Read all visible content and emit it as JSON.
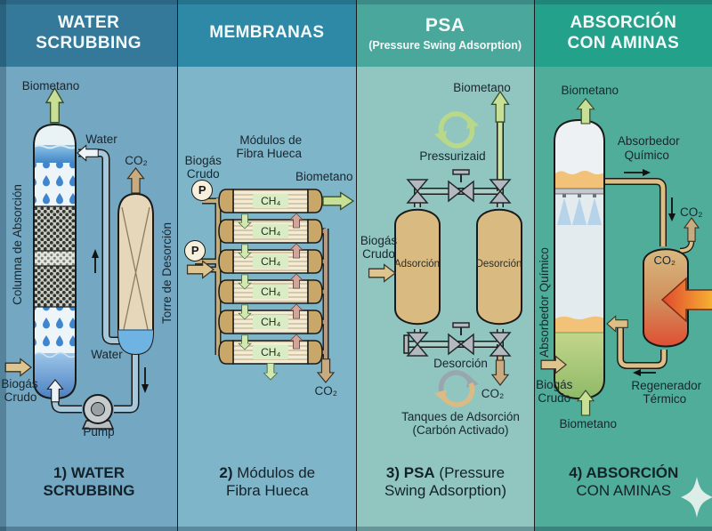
{
  "colors": {
    "panel1_header": "#35799a",
    "panel1_body": "#74a7c1",
    "panel2_header": "#2d89a6",
    "panel2_body": "#7fb5c8",
    "panel3_header": "#49a89b",
    "panel3_body": "#90c6bf",
    "panel4_header": "#24a18a",
    "panel4_body": "#4fad9a",
    "arrow_green": "#c7e096",
    "arrow_light_green": "#d2e8b0",
    "arrow_tan": "#dec48f",
    "arrow_co2_tan": "#c8ab80",
    "arrow_mauve": "#d2a49a",
    "arrow_white": "#ecf3f6",
    "vessel_tan": "#d9ba80",
    "valve_gray": "#b3b9be",
    "heat_orange": "#f6b233",
    "heat_red": "#e0482e",
    "text_dark": "#18262e"
  },
  "panels": [
    {
      "header": {
        "title": "WATER SCRUBBING"
      },
      "labels": {
        "biometano": "Biometano",
        "water_top": "Water",
        "co2": "CO₂",
        "columna_absorcion": "Columna de Absorción",
        "torre_desorcion": "Torre de Desorción",
        "water_bottom": "Water",
        "biogas_1": "Biogás",
        "biogas_2": "Crudo",
        "pump": "Pump"
      },
      "caption": {
        "bold": "1) WATER SCRUBBING",
        "regular": ""
      }
    },
    {
      "header": {
        "title": "MEMBRANAS"
      },
      "labels": {
        "modules_1": "Módulos de",
        "modules_2": "Fibra Hueca",
        "biogas_1": "Biogás",
        "biogas_2": "Crudo",
        "p": "P",
        "biometano": "Biometano",
        "ch4": "CH₄",
        "co2": "CO₂"
      },
      "caption": {
        "bold": "2)",
        "regular": "Módulos de Fibra Hueca"
      }
    },
    {
      "header": {
        "title": "PSA",
        "subtitle": "(Pressure Swing Adsorption)"
      },
      "labels": {
        "biometano": "Biometano",
        "pressurized": "Pressurizaid",
        "biogas_1": "Biogás",
        "biogas_2": "Crudo",
        "adsorcion": "Adsorción",
        "desorcion": "Desorción",
        "desorcion_cycle": "Desorción",
        "co2": "CO₂",
        "tanques_1": "Tanques de Adsorción",
        "tanques_2": "(Carbón Activado)"
      },
      "caption": {
        "bold": "3) PSA",
        "regular": "(Pressure Swing Adsorption)"
      }
    },
    {
      "header": {
        "title": "ABSORCIÓN CON AMINAS"
      },
      "labels": {
        "biometano_top": "Biometano",
        "absorbedor_1": "Absorbedor",
        "absorbedor_2": "Químico",
        "absorbedor_rot": "Absorbedor Químico",
        "co2_out": "CO₂",
        "co2_vessel": "CO₂",
        "regenerador_1": "Regenerador",
        "regenerador_2": "Térmico",
        "biogas_1": "Biogás",
        "biogas_2": "Crudo",
        "biometano_bottom": "Biometano"
      },
      "caption": {
        "bold": "4) ABSORCIÓN",
        "regular": "CON AMINAS"
      }
    }
  ]
}
